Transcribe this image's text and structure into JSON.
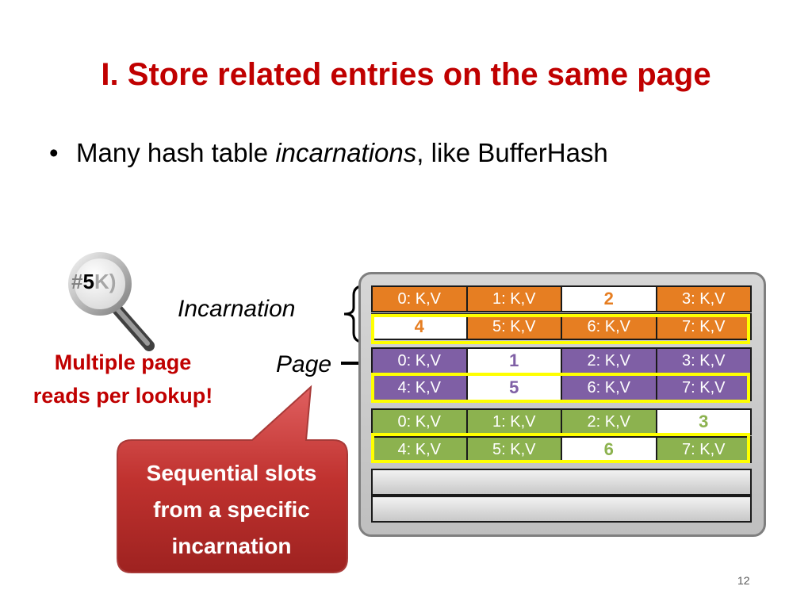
{
  "title": "I. Store related entries on the same page",
  "bullet": {
    "before": "Many hash table ",
    "italic": "incarnations",
    "after": ", like BufferHash"
  },
  "magnifier": {
    "hash": "#",
    "number": "5",
    "key": "K)"
  },
  "warning": {
    "line1": "Multiple page",
    "line2": "reads per lookup!"
  },
  "callout": {
    "line1": "Sequential slots",
    "line2": "from a specific",
    "line3": "incarnation"
  },
  "labels": {
    "incarnation": "Incarnation",
    "page": "Page"
  },
  "colors": {
    "orange": "#e67e22",
    "purple": "#7f5fa5",
    "green": "#8cb24f",
    "red": "#c00000",
    "yellow": "#ffff00"
  },
  "incarnations": [
    {
      "color": "orange",
      "pages": [
        [
          "0: K,V",
          "1: K,V",
          "2",
          "3: K,V"
        ],
        [
          "4",
          "5: K,V",
          "6: K,V",
          "7: K,V"
        ]
      ]
    },
    {
      "color": "purple",
      "pages": [
        [
          "0: K,V",
          "1",
          "2: K,V",
          "3: K,V"
        ],
        [
          "4: K,V",
          "5",
          "6: K,V",
          "7: K,V"
        ]
      ]
    },
    {
      "color": "green",
      "pages": [
        [
          "0: K,V",
          "1: K,V",
          "2: K,V",
          "3"
        ],
        [
          "4: K,V",
          "5: K,V",
          "6",
          "7: K,V"
        ]
      ]
    }
  ],
  "page_number": "12"
}
